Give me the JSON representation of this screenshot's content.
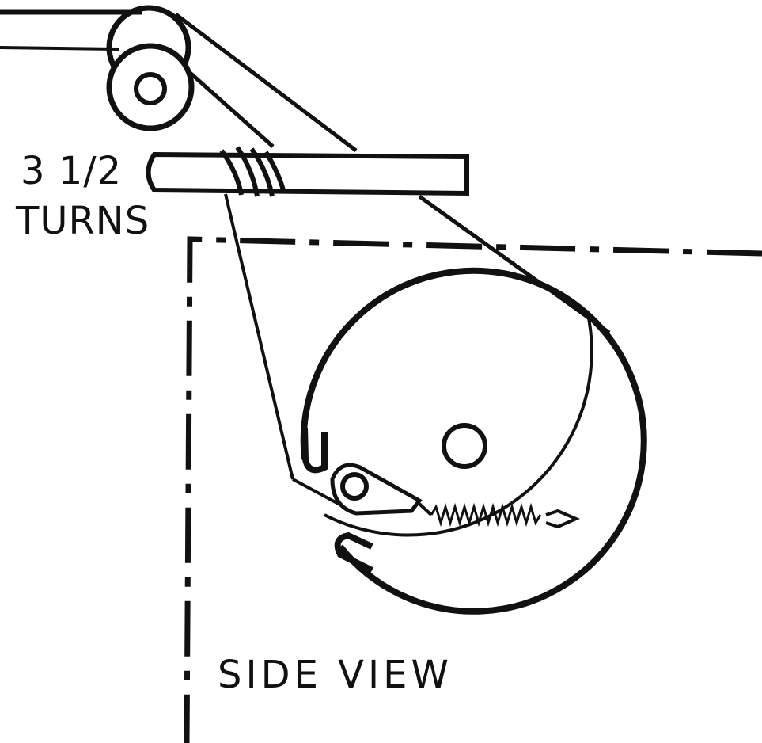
{
  "labels": {
    "turns_top": "3 1/2",
    "turns_bottom": "TURNS",
    "side_view": "SIDE VIEW"
  },
  "colors": {
    "ink": "#111111",
    "paper": "#ffffff"
  }
}
